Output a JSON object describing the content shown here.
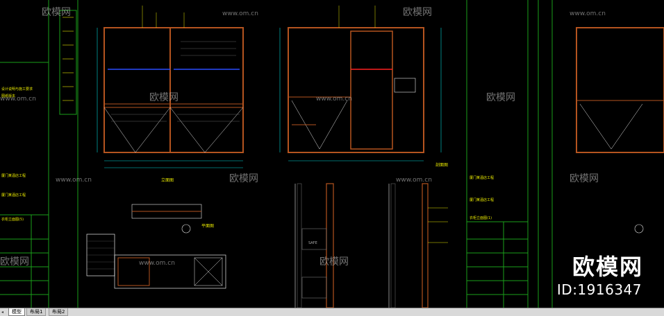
{
  "tabs": [
    {
      "label": "模型",
      "active": true
    },
    {
      "label": "布局1",
      "active": false
    },
    {
      "label": "布局2",
      "active": false
    }
  ],
  "watermark": {
    "brand": "欧模网",
    "url": "www.om.cn",
    "id_text": "ID:1916347"
  },
  "drawing_labels": {
    "elev_title_1": "立面图",
    "elev_title_2": "平面图",
    "elev_title_3": "剖面图",
    "project_a": "厦门某酒店工程",
    "project_b": "厦门某酒店工程",
    "sheet_a": "衣柜立面图(5)",
    "sheet_b": "衣柜立面图(1)",
    "safe_label": "SAFE"
  },
  "colors": {
    "background": "#000000",
    "frame_green": "#1aa01a",
    "cabinet_brown": "#b5541f",
    "dim_cyan": "#00d7d7",
    "text_yellow": "#e8e800",
    "accent_red": "#ff2020",
    "accent_blue": "#2a4dff",
    "white_lines": "#e8e8e8"
  }
}
